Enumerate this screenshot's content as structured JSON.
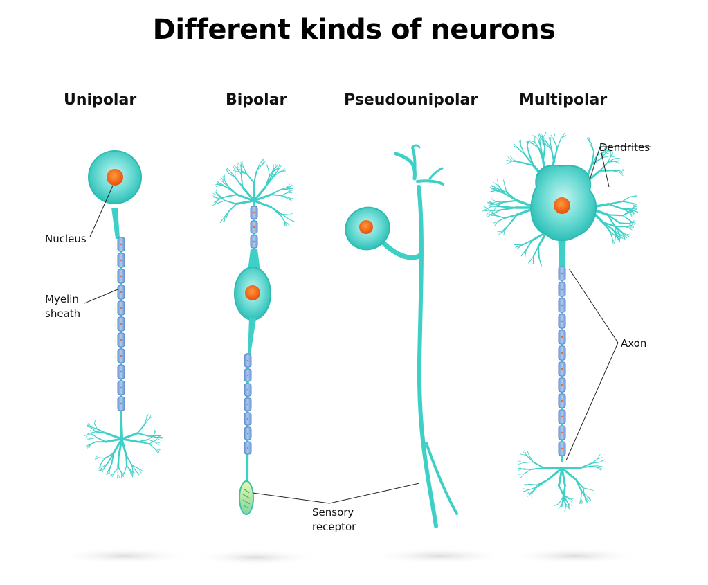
{
  "title": "Different kinds of neurons",
  "neurons": [
    {
      "name": "Unipolar"
    },
    {
      "name": "Bipolar"
    },
    {
      "name": "Pseudounipolar"
    },
    {
      "name": "Multipolar"
    }
  ],
  "labels": {
    "nucleus": "Nucleus",
    "myelin_line1": "Myelin",
    "myelin_line2": "sheath",
    "dendrites": "Dendrites",
    "axon": "Axon",
    "sensory_line1": "Sensory",
    "sensory_line2": "receptor"
  },
  "colors": {
    "cell": "#3ecfc6",
    "cell_light": "#a9ece8",
    "nucleus": "#f26a1b",
    "myelin": "#8db6e6",
    "myelin_edge": "#5d86c4",
    "leader_line": "#222222"
  }
}
